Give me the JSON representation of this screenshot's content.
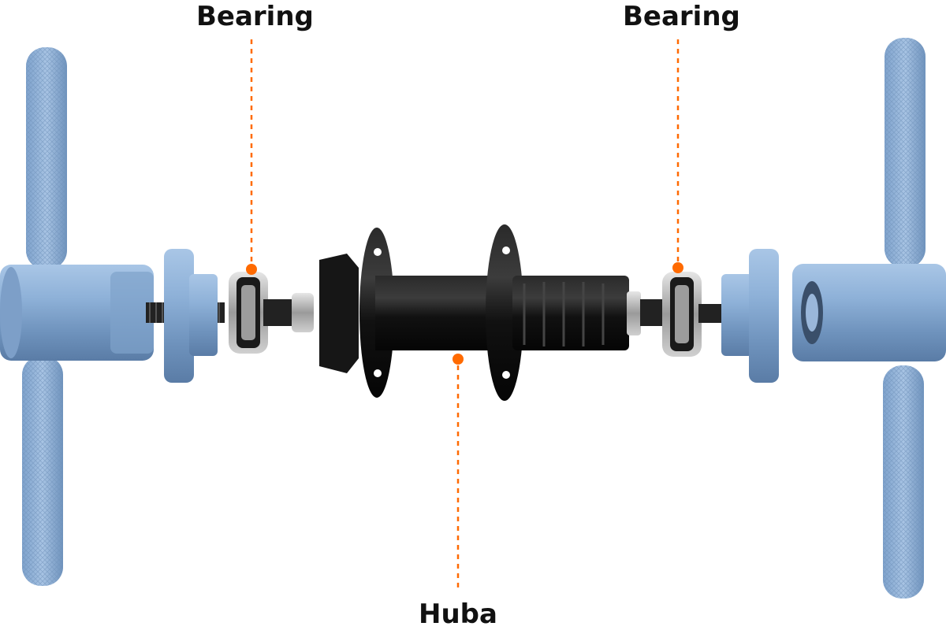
{
  "labels": {
    "bearing_left": "Bearing",
    "bearing_right": "Bearing",
    "hub": "Huba"
  },
  "colors": {
    "accent": "#ff6a00",
    "tool_blue": "#8fb3d9",
    "hub_black": "#111111",
    "background": "#ffffff"
  }
}
